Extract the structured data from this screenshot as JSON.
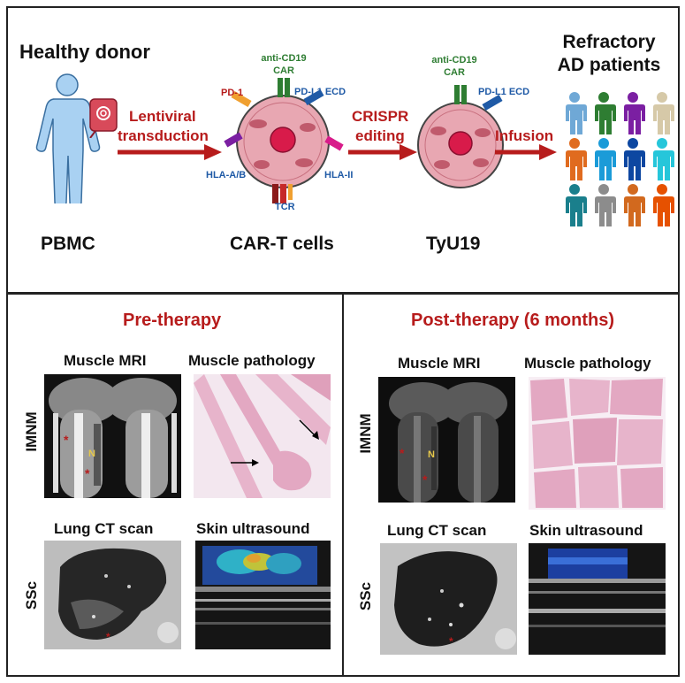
{
  "top": {
    "healthy_donor": "Healthy donor",
    "pbmc": "PBMC",
    "lentiviral": "Lentiviral",
    "transduction": "transduction",
    "car_t_cells": "CAR-T cells",
    "anti_cd19_1": "anti-CD19",
    "car_1": "CAR",
    "pd1": "PD-1",
    "pdl1_ecd_1": "PD-L1 ECD",
    "hla_ab": "HLA-A/B",
    "hla_ii": "HLA-II",
    "tcr": "TCR",
    "crispr": "CRISPR",
    "editing": "editing",
    "anti_cd19_2": "anti-CD19",
    "car_2": "CAR",
    "pdl1_ecd_2": "PD-L1 ECD",
    "tyu19": "TyU19",
    "infusion": "Infusion",
    "refractory": "Refractory",
    "ad_patients": "AD patients"
  },
  "pre": {
    "title": "Pre-therapy",
    "muscle_mri": "Muscle MRI",
    "muscle_pathology": "Muscle pathology",
    "lung_ct": "Lung CT scan",
    "skin_us": "Skin ultrasound",
    "imnm": "IMNM",
    "ssc": "SSc",
    "n_mark": "N",
    "star": "*"
  },
  "post": {
    "title": "Post-therapy (6 months)",
    "muscle_mri": "Muscle MRI",
    "muscle_pathology": "Muscle pathology",
    "lung_ct": "Lung CT scan",
    "skin_us": "Skin ultrasound",
    "imnm": "IMNM",
    "ssc": "SSc",
    "n_mark": "N",
    "star": "*"
  },
  "colors": {
    "red": "#b71c1c",
    "donor_blue": "#a9d1f2",
    "cell_pink": "#e8a7b2",
    "nucleus": "#d81b4a"
  },
  "people_colors": [
    "#6fa8d6",
    "#2e7d32",
    "#7b1fa2",
    "#d6c9a8",
    "#e06b1f",
    "#1b9bd8",
    "#0d47a1",
    "#26c6da",
    "#1a7f8c",
    "#8c8c8c",
    "#d2691e",
    "#e65100"
  ]
}
